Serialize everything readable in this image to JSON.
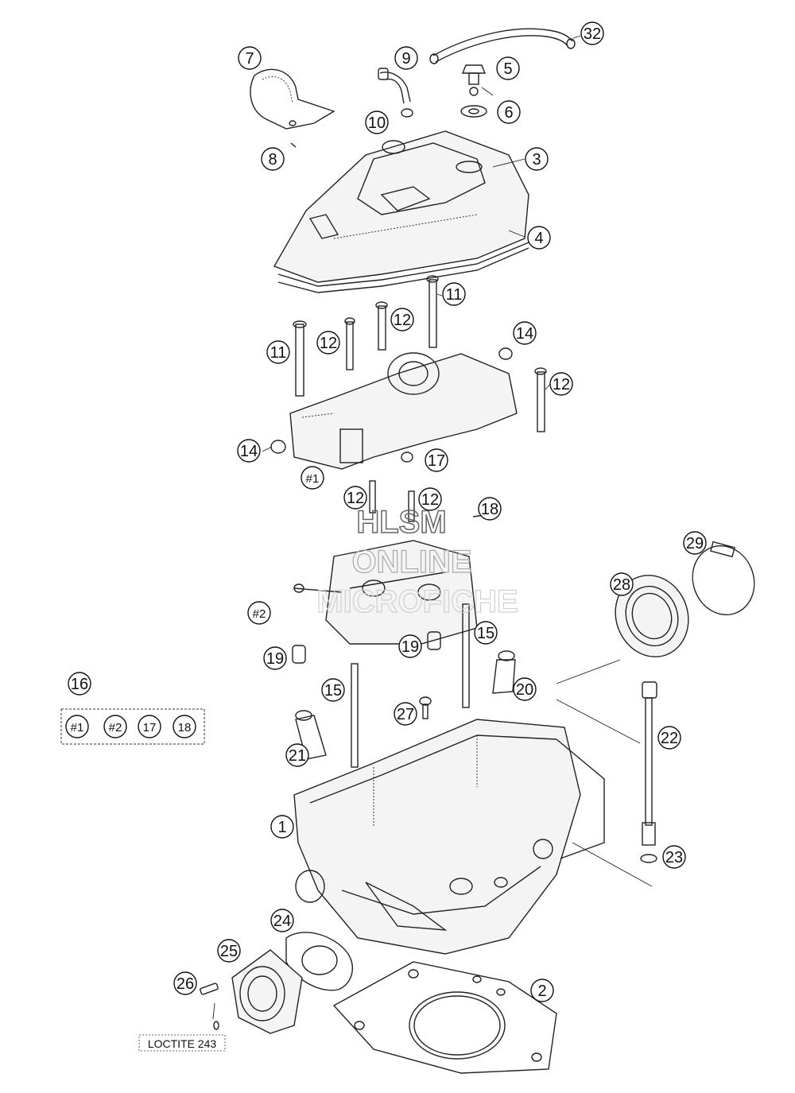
{
  "callouts": [
    {
      "id": "c32",
      "label": "32"
    },
    {
      "id": "c7",
      "label": "7"
    },
    {
      "id": "c9",
      "label": "9"
    },
    {
      "id": "c5",
      "label": "5"
    },
    {
      "id": "c6",
      "label": "6"
    },
    {
      "id": "c10",
      "label": "10"
    },
    {
      "id": "c8",
      "label": "8"
    },
    {
      "id": "c3",
      "label": "3"
    },
    {
      "id": "c4",
      "label": "4"
    },
    {
      "id": "c11a",
      "label": "11"
    },
    {
      "id": "c12a",
      "label": "12"
    },
    {
      "id": "c11b",
      "label": "11"
    },
    {
      "id": "c12b",
      "label": "12"
    },
    {
      "id": "c14a",
      "label": "14"
    },
    {
      "id": "c12c",
      "label": "12"
    },
    {
      "id": "c14b",
      "label": "14"
    },
    {
      "id": "c17",
      "label": "17"
    },
    {
      "id": "c1s",
      "label": "#1"
    },
    {
      "id": "c12d",
      "label": "12"
    },
    {
      "id": "c12e",
      "label": "12"
    },
    {
      "id": "c18",
      "label": "18"
    },
    {
      "id": "c29",
      "label": "29"
    },
    {
      "id": "c28",
      "label": "28"
    },
    {
      "id": "c2s",
      "label": "#2"
    },
    {
      "id": "c15a",
      "label": "15"
    },
    {
      "id": "c19a",
      "label": "19"
    },
    {
      "id": "c19b",
      "label": "19"
    },
    {
      "id": "c16",
      "label": "16"
    },
    {
      "id": "c15b",
      "label": "15"
    },
    {
      "id": "c20",
      "label": "20"
    },
    {
      "id": "c27",
      "label": "27"
    },
    {
      "id": "c22",
      "label": "22"
    },
    {
      "id": "c21",
      "label": "21"
    },
    {
      "id": "c1",
      "label": "1"
    },
    {
      "id": "c23",
      "label": "23"
    },
    {
      "id": "c24",
      "label": "24"
    },
    {
      "id": "c25",
      "label": "25"
    },
    {
      "id": "c26",
      "label": "26"
    },
    {
      "id": "c2",
      "label": "2"
    }
  ],
  "kit": {
    "label": "16",
    "items": [
      "#1",
      "#2",
      "17",
      "18"
    ]
  },
  "watermark": {
    "line1": "HLSM",
    "line2": "ONLINE",
    "line3": "MICROFICHE"
  },
  "note": "LOCTITE 243"
}
